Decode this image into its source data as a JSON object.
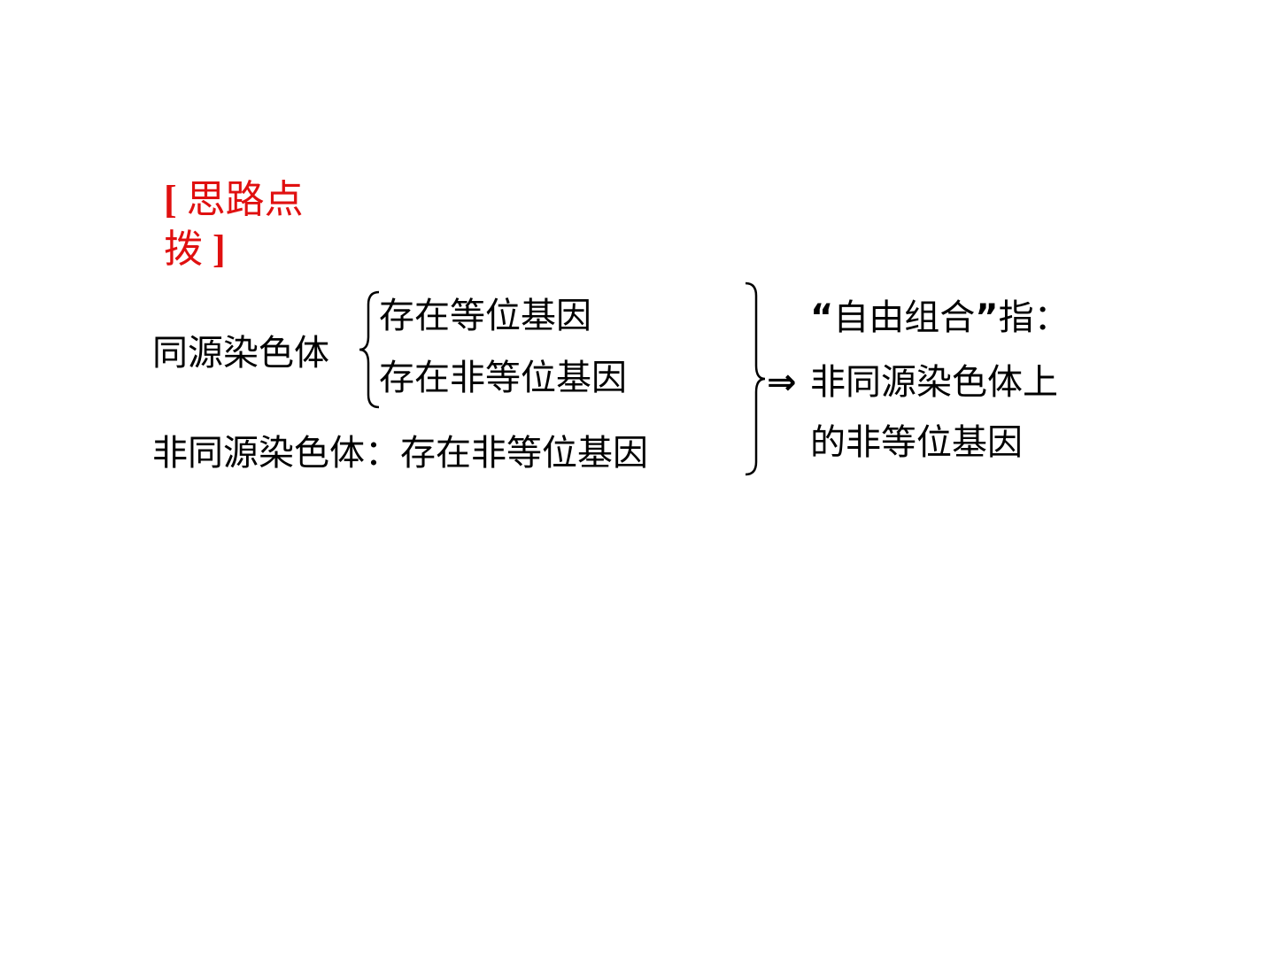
{
  "hint": {
    "bracket_open": "[",
    "title": "思路点拨",
    "bracket_close": "]"
  },
  "homologous": {
    "label": "同源染色体",
    "item1": "存在等位基因",
    "item2": "存在非等位基因"
  },
  "non_homologous": {
    "label": "非同源染色体：存在非等位基因"
  },
  "arrow": "⇒",
  "conclusion": {
    "open_quote": "“",
    "term": "自由组合",
    "close_quote": "”",
    "refers": "指：",
    "line2": "非同源染色体上",
    "line3": "的非等位基因"
  }
}
